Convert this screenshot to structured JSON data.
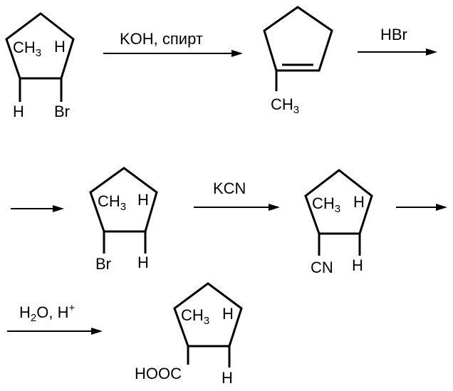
{
  "reagents": {
    "step1": "KOH, спирт",
    "step2": "HBr",
    "step3": "KCN",
    "step4_h2o_h": "H",
    "step4_h2o_2": "2",
    "step4_h2o_o": "O, H",
    "step4_plus": "+"
  },
  "molecules": {
    "m1": {
      "ch3_c": "CH",
      "ch3_3": "3",
      "h_top": "H",
      "h_bottom": "H",
      "br": "Br"
    },
    "m2": {
      "ch3_c": "CH",
      "ch3_3": "3"
    },
    "m3": {
      "ch3_c": "CH",
      "ch3_3": "3",
      "h_top": "H",
      "br": "Br",
      "h_bottom": "H"
    },
    "m4": {
      "ch3_c": "CH",
      "ch3_3": "3",
      "h_top": "H",
      "cn": "CN",
      "h_bottom": "H"
    },
    "m5": {
      "ch3_c": "CH",
      "ch3_3": "3",
      "h_top": "H",
      "cooh": "HOOC",
      "h_bottom": "H"
    }
  }
}
